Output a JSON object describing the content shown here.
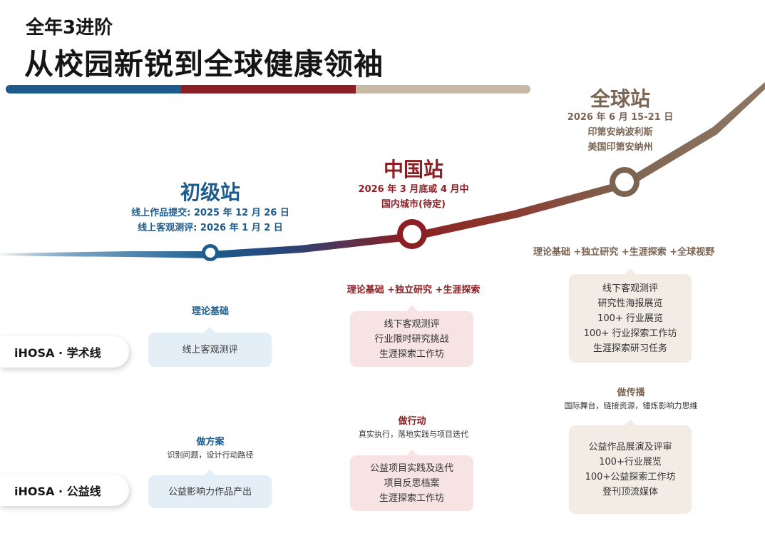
{
  "header": {
    "subtitle": "全年3进阶",
    "title": "从校园新锐到全球健康领袖"
  },
  "colors": {
    "blue": "#1d5b8c",
    "red": "#8a1f24",
    "tan": "#b8a693"
  },
  "stages": [
    {
      "name": "初级站",
      "lines": [
        "线上作品提交: 2025 年 12 月 26 日",
        "线上客观测评: 2026 年 1 月 2 日"
      ]
    },
    {
      "name": "中国站",
      "lines": [
        "2026 年 3 月底或 4 月中",
        "国内城市(待定)"
      ]
    },
    {
      "name": "全球站",
      "lines": [
        "2026 年 6 月 15-21 日",
        "印第安纳波利斯",
        "美国印第安纳州"
      ]
    }
  ],
  "tracks": [
    {
      "label": "iHOSA · 学术线"
    },
    {
      "label": "iHOSA · 公益线"
    }
  ],
  "academic": [
    {
      "title": "理论基础",
      "items": [
        "线上客观测评"
      ]
    },
    {
      "title": "理论基础 +独立研究 +生涯探索",
      "items": [
        "线下客观测评",
        "行业限时研究挑战",
        "生涯探索工作坊"
      ]
    },
    {
      "title": "理论基础 +独立研究 +生涯探索 +全球视野",
      "items": [
        "线下客观测评",
        "研究性海报展览",
        "100+ 行业展览",
        "100+ 行业探索工作坊",
        "生涯探索研习任务"
      ]
    }
  ],
  "service": [
    {
      "title": "做方案",
      "subtitle": "识别问题，设计行动路径",
      "items": [
        "公益影响力作品产出"
      ]
    },
    {
      "title": "做行动",
      "subtitle": "真实执行，落地实践与项目迭代",
      "items": [
        "公益项目实践及迭代",
        "项目反思档案",
        "生涯探索工作坊"
      ]
    },
    {
      "title": "做传播",
      "subtitle": "国际舞台，链接资源，锤炼影响力思维",
      "items": [
        "公益作品展演及评审",
        "100+行业展览",
        "100+公益探索工作坊",
        "登刊顶流媒体"
      ]
    }
  ]
}
